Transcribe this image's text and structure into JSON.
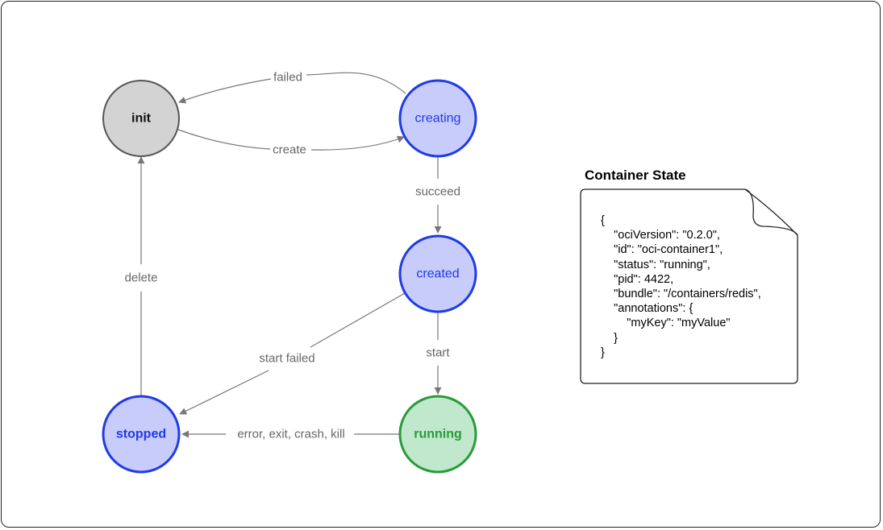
{
  "nodes": {
    "init": {
      "label": "init",
      "fill": "#d3d3d3",
      "stroke": "#555555",
      "text": "#111111"
    },
    "creating": {
      "label": "creating",
      "fill": "#c8ccfa",
      "stroke": "#1f3be6",
      "text": "#1f3be6"
    },
    "created": {
      "label": "created",
      "fill": "#c8ccfa",
      "stroke": "#1f3be6",
      "text": "#1f3be6"
    },
    "running": {
      "label": "running",
      "fill": "#bfe8cc",
      "stroke": "#2a9a3a",
      "text": "#2a9a3a"
    },
    "stopped": {
      "label": "stopped",
      "fill": "#c8ccfa",
      "stroke": "#1f3be6",
      "text": "#1f3be6"
    }
  },
  "edges": {
    "failed": "failed",
    "create": "create",
    "succeed": "succeed",
    "start": "start",
    "start_failed": "start failed",
    "error_exit": "error, exit, crash, kill",
    "delete": "delete"
  },
  "container_state": {
    "title": "Container State",
    "lines": [
      "{",
      "    \"ociVersion\": \"0.2.0\",",
      "    \"id\": \"oci-container1\",",
      "    \"status\": \"running\",",
      "    \"pid\": 4422,",
      "    \"bundle\": \"/containers/redis\",",
      "    \"annotations\": {",
      "        \"myKey\": \"myValue\"",
      "    }",
      "}"
    ]
  },
  "colors": {
    "edge": "#777777",
    "edge_label": "#666666"
  }
}
